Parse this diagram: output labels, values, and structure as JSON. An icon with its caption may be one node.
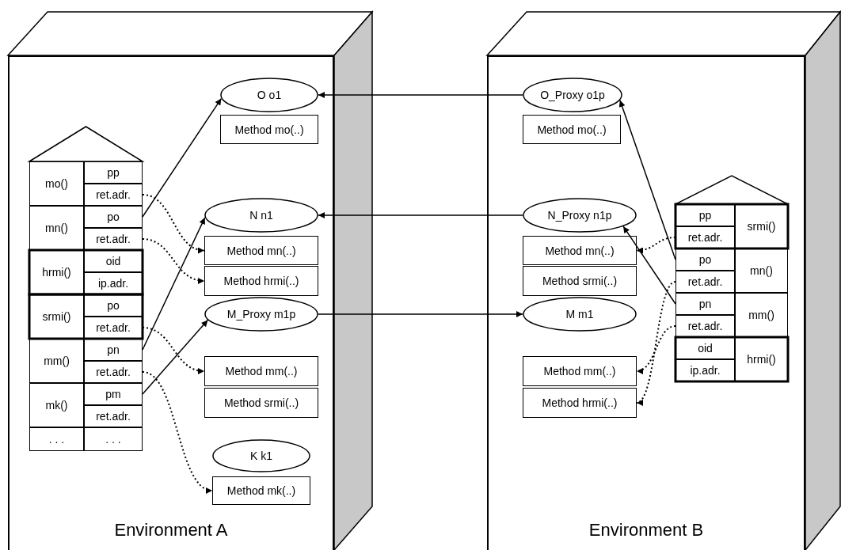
{
  "diagram": {
    "nodes": [
      {
        "text": [
          "Environment A"
        ]
      },
      {
        "text": [
          "mo()"
        ],
        "in": 0
      },
      {
        "text": [
          "pp"
        ],
        "in": 0
      },
      {
        "text": [
          "ret.adr."
        ],
        "in": 0
      },
      {
        "text": [
          "mn()"
        ],
        "in": 0
      },
      {
        "text": [
          "po"
        ],
        "in": 0
      },
      {
        "text": [
          "ret.adr."
        ],
        "in": 0
      },
      {
        "text": [
          "hrmi()"
        ],
        "in": 0
      },
      {
        "text": [
          "oid"
        ],
        "in": 0
      },
      {
        "text": [
          "ip.adr."
        ],
        "in": 0
      },
      {
        "text": [
          "srmi()"
        ],
        "in": 0
      },
      {
        "text": [
          "po"
        ],
        "in": 0
      },
      {
        "text": [
          "ret.adr."
        ],
        "in": 0
      },
      {
        "text": [
          "mm()"
        ],
        "in": 0
      },
      {
        "text": [
          "pn"
        ],
        "in": 0
      },
      {
        "text": [
          "ret.adr."
        ],
        "in": 0
      },
      {
        "text": [
          "mk()"
        ],
        "in": 0
      },
      {
        "text": [
          "pm"
        ],
        "in": 0
      },
      {
        "text": [
          "ret.adr."
        ],
        "in": 0
      },
      {
        "text": [
          ". . ."
        ],
        "in": 0
      },
      {
        "text": [
          ". . ."
        ],
        "in": 0
      },
      {
        "text": [
          "O o1"
        ],
        "in": 0
      },
      {
        "text": [
          "Method mo(..)"
        ],
        "in": 0
      },
      {
        "text": [
          "N n1"
        ],
        "in": 0
      },
      {
        "text": [
          "Method mn(..)"
        ],
        "in": 0
      },
      {
        "text": [
          "Method hrmi(..)"
        ],
        "in": 0
      },
      {
        "text": [
          "M_Proxy m1p"
        ],
        "in": 0
      },
      {
        "text": [
          "Method mm(..)"
        ],
        "in": 0
      },
      {
        "text": [
          "Method srmi(..)"
        ],
        "in": 0
      },
      {
        "text": [
          "K k1"
        ],
        "in": 0
      },
      {
        "text": [
          "Method mk(..)"
        ],
        "in": 0
      },
      {
        "text": [
          "Environment B"
        ]
      },
      {
        "text": [
          "O_Proxy o1p"
        ],
        "in": 31
      },
      {
        "text": [
          "Method mo(..)"
        ],
        "in": 31
      },
      {
        "text": [
          "N_Proxy n1p"
        ],
        "in": 31
      },
      {
        "text": [
          "Method mn(..)"
        ],
        "in": 31
      },
      {
        "text": [
          "Method srmi(..)"
        ],
        "in": 31
      },
      {
        "text": [
          "M m1"
        ],
        "in": 31
      },
      {
        "text": [
          "Method mm(..)"
        ],
        "in": 31
      },
      {
        "text": [
          "Method hrmi(..)"
        ],
        "in": 31
      },
      {
        "text": [
          "pp"
        ],
        "in": 31
      },
      {
        "text": [
          "srmi()"
        ],
        "in": 31
      },
      {
        "text": [
          "ret.adr."
        ],
        "in": 31
      },
      {
        "text": [
          "po"
        ],
        "in": 31
      },
      {
        "text": [
          "mn()"
        ],
        "in": 31
      },
      {
        "text": [
          "ret.adr."
        ],
        "in": 31
      },
      {
        "text": [
          "pn"
        ],
        "in": 31
      },
      {
        "text": [
          "mm()"
        ],
        "in": 31
      },
      {
        "text": [
          "ret.adr."
        ],
        "in": 31
      },
      {
        "text": [
          "oid"
        ],
        "in": 31
      },
      {
        "text": [
          "hrmi()"
        ],
        "in": 31
      },
      {
        "text": [
          "ip.adr."
        ],
        "in": 31
      }
    ],
    "edges": [
      {
        "from": 5,
        "to": 21,
        "arrow": "to"
      },
      {
        "from": 14,
        "to": 23,
        "arrow": "to"
      },
      {
        "from": 17,
        "to": 26,
        "arrow": "to"
      },
      {
        "from": 3,
        "to": 24,
        "arrow": "to",
        "style": "dashed"
      },
      {
        "from": 6,
        "to": 25,
        "arrow": "to",
        "style": "dashed"
      },
      {
        "from": 12,
        "to": 27,
        "arrow": "to",
        "style": "dashed"
      },
      {
        "from": 15,
        "to": 30,
        "arrow": "to",
        "style": "dashed"
      },
      {
        "from": 32,
        "to": 21,
        "arrow": "to"
      },
      {
        "from": 34,
        "to": 23,
        "arrow": "to"
      },
      {
        "from": 26,
        "to": 37,
        "arrow": "to"
      },
      {
        "from": 43,
        "to": 32,
        "arrow": "to"
      },
      {
        "from": 46,
        "to": 34,
        "arrow": "to"
      },
      {
        "from": 42,
        "to": 35,
        "arrow": "to",
        "style": "dashed"
      },
      {
        "from": 45,
        "to": 39,
        "arrow": "to",
        "style": "dashed"
      },
      {
        "from": 48,
        "to": 38,
        "arrow": "to",
        "style": "dashed"
      }
    ]
  }
}
